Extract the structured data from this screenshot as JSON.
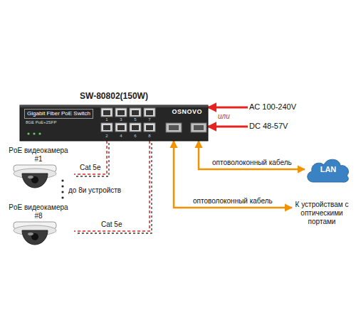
{
  "diagram": {
    "nodes": [
      {
        "text": [
          "SW-80802(150W)",
          "Gigabit Fiber PoE Switch",
          "8GE PoE+2SFP",
          "OSNOVO"
        ]
      },
      {
        "text": [
          "AC 100-240V"
        ]
      },
      {
        "text": [
          "DC 48-57V"
        ]
      },
      {
        "text": [
          "PoE видеокамера #1"
        ]
      },
      {
        "text": [
          "LAN"
        ]
      },
      {
        "text": [
          "PoE видеокамера #8"
        ]
      },
      {
        "text": [
          "К устройствам с оптическими портами"
        ]
      }
    ],
    "edges": [
      {
        "from": 1,
        "to": 0,
        "arrow": "to"
      },
      {
        "from": 2,
        "to": 0,
        "arrow": "to"
      },
      {
        "from": 0,
        "to": 3,
        "label": "Cat 5e",
        "arrow": "none"
      },
      {
        "from": 0,
        "to": 4,
        "label": "оптоволоконный кабель",
        "arrow": "both"
      },
      {
        "from": 0,
        "to": 5,
        "label": "Cat 5e",
        "arrow": "none"
      },
      {
        "from": 0,
        "to": 6,
        "label": "оптоволоконный кабель",
        "arrow": "both"
      }
    ],
    "labels": [
      "или",
      "до 8и устройств",
      "1",
      "2",
      "3",
      "4",
      "5",
      "6",
      "7",
      "8"
    ]
  }
}
